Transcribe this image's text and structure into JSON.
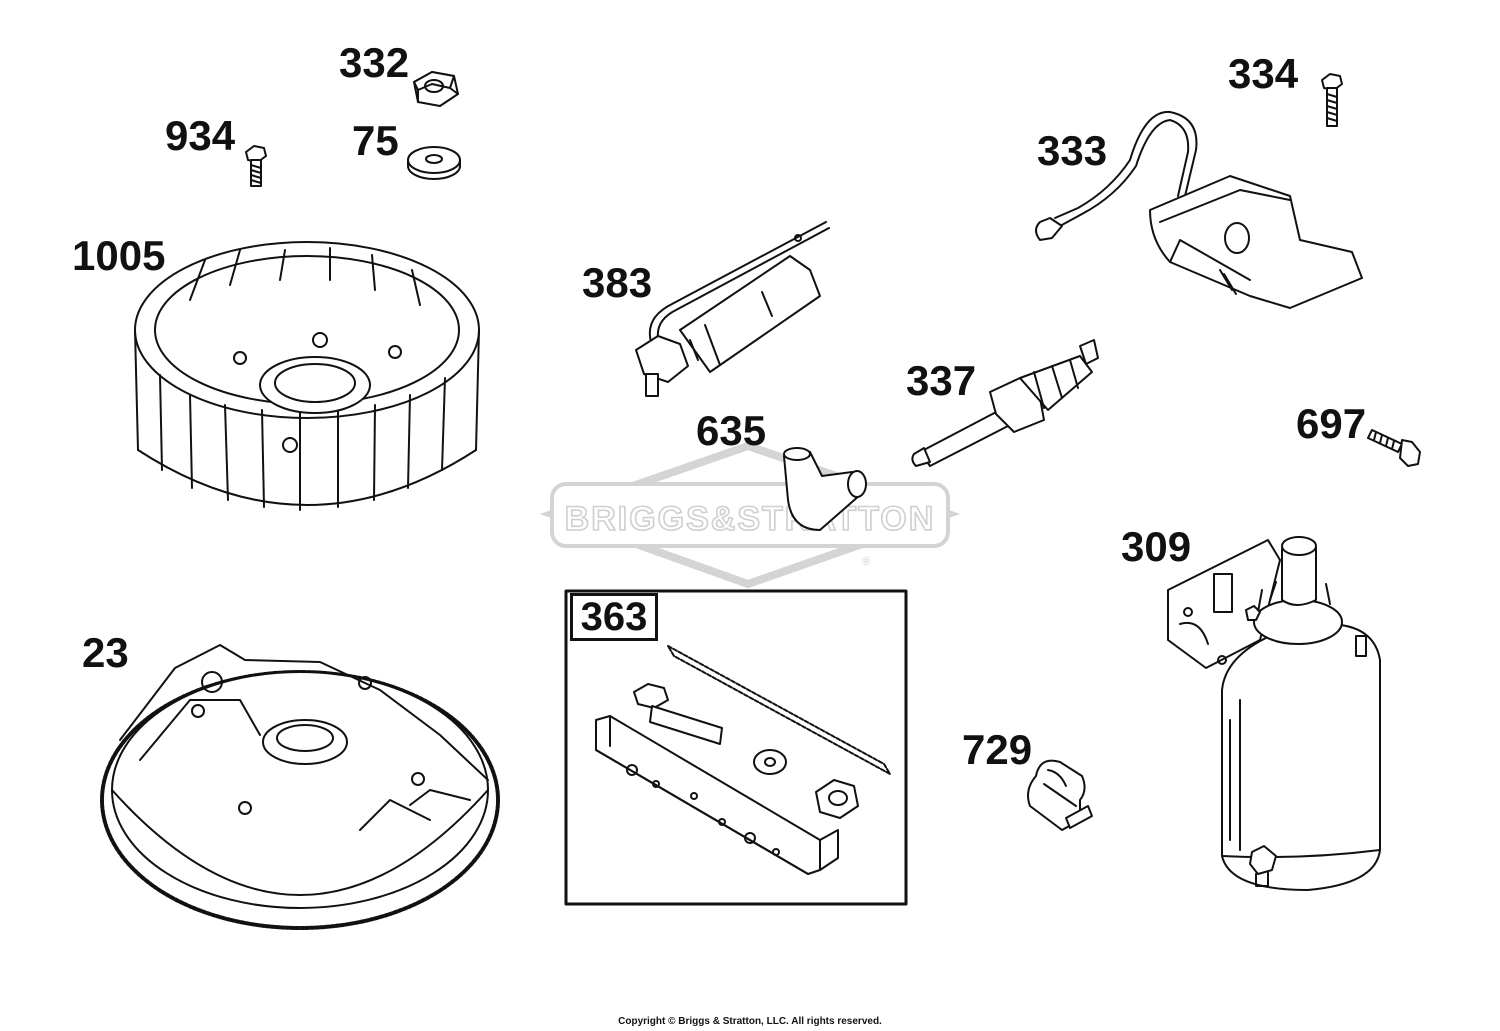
{
  "watermark": {
    "brand_text": "BRIGGS&STRATTON",
    "mark": "®"
  },
  "callouts": [
    {
      "id": "332"
    },
    {
      "id": "934"
    },
    {
      "id": "75"
    },
    {
      "id": "1005"
    },
    {
      "id": "23"
    },
    {
      "id": "383"
    },
    {
      "id": "635"
    },
    {
      "id": "363"
    },
    {
      "id": "334"
    },
    {
      "id": "333"
    },
    {
      "id": "337"
    },
    {
      "id": "697"
    },
    {
      "id": "309"
    },
    {
      "id": "729"
    }
  ],
  "parts": [
    {
      "callout": "332",
      "icon": "hex-nut-icon"
    },
    {
      "callout": "934",
      "icon": "screw-icon"
    },
    {
      "callout": "75",
      "icon": "washer-icon"
    },
    {
      "callout": "1005",
      "icon": "fan-flywheel-icon"
    },
    {
      "callout": "23",
      "icon": "ring-gear-flywheel-icon"
    },
    {
      "callout": "383",
      "icon": "flywheel-puller-tool-icon"
    },
    {
      "callout": "635",
      "icon": "spark-plug-boot-icon"
    },
    {
      "callout": "363",
      "icon": "flywheel-holder-kit-icon"
    },
    {
      "callout": "334",
      "icon": "screw-icon"
    },
    {
      "callout": "333",
      "icon": "ignition-armature-icon"
    },
    {
      "callout": "337",
      "icon": "spark-plug-icon"
    },
    {
      "callout": "697",
      "icon": "screw-icon"
    },
    {
      "callout": "309",
      "icon": "electric-starter-motor-icon"
    },
    {
      "callout": "729",
      "icon": "ground-clip-icon"
    }
  ],
  "copyright": "Copyright © Briggs & Stratton, LLC. All rights reserved.",
  "colors": {
    "line": "#111111",
    "watermark": "#cfcfcf",
    "background": "#ffffff"
  }
}
